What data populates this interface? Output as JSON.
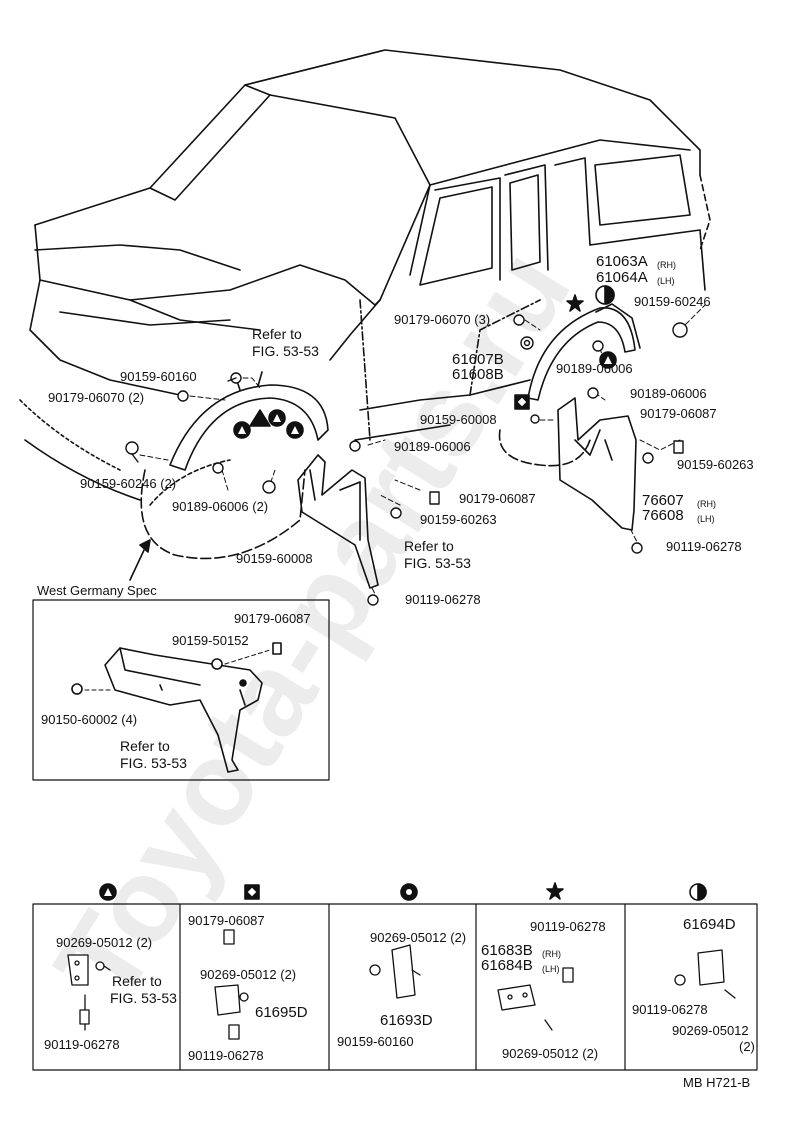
{
  "main_labels": {
    "l_61063A": "61063A",
    "l_61063A_s": "(RH)",
    "l_61064A": "61064A",
    "l_61064A_s": "(LH)",
    "l_90159_60246_r": "90159-60246",
    "l_90179_06070_3": "90179-06070 (3)",
    "l_61607B": "61607B",
    "l_61608B": "61608B",
    "l_90189_06006_a": "90189-06006",
    "l_90189_06006_b": "90189-06006",
    "l_90159_60008_r": "90159-60008",
    "l_90179_06087_r": "90179-06087",
    "l_90189_06006_c": "90189-06006",
    "l_90159_60263_r": "90159-60263",
    "l_76607": "76607",
    "l_76607_s": "(RH)",
    "l_76608": "76608",
    "l_76608_s": "(LH)",
    "l_90119_06278_r": "90119-06278",
    "l_90159_60160": "90159-60160",
    "l_90179_06070_2": "90179-06070 (2)",
    "l_90159_60246_2": "90159-60246 (2)",
    "l_90189_06006_2": "90189-06006 (2)",
    "l_90159_60008": "90159-60008",
    "l_90179_06087_m": "90179-06087",
    "l_90159_60263_m": "90159-60263",
    "l_90119_06278_m": "90119-06278"
  },
  "notes": {
    "refer_top_1": "Refer to",
    "refer_top_2": "FIG. 53-53",
    "refer_mid_1": "Refer to",
    "refer_mid_2": "FIG. 53-53",
    "west_germany": "West Germany Spec"
  },
  "inset": {
    "l_90179_06087": "90179-06087",
    "l_90159_50152": "90159-50152",
    "l_90150_60002": "90150-60002 (4)",
    "refer_1": "Refer to",
    "refer_2": "FIG. 53-53"
  },
  "detail_panels": {
    "triangle": {
      "l_90269": "90269-05012 (2)",
      "refer_1": "Refer to",
      "refer_2": "FIG. 53-53",
      "l_90119": "90119-06278"
    },
    "square": {
      "l_90179": "90179-06087",
      "l_90269": "90269-05012 (2)",
      "l_61695D": "61695D",
      "l_90119": "90119-06278"
    },
    "circle": {
      "l_90269": "90269-05012 (2)",
      "l_90159": "90159-60160",
      "l_61693D": "61693D"
    },
    "star": {
      "l_90119": "90119-06278",
      "l_61683B": "61683B",
      "l_61683B_s": "(RH)",
      "l_61684B": "61684B",
      "l_61684B_s": "(LH)",
      "l_90269": "90269-05012 (2)"
    },
    "half": {
      "l_61694D": "61694D",
      "l_90119": "90119-06278",
      "l_90269": "90269-05012",
      "l_90269_q": "(2)"
    }
  },
  "footer": {
    "code": "MB  H721-B"
  },
  "watermark": {
    "text": "Toyota-parts.ru"
  },
  "colors": {
    "ink": "#111111",
    "watermark": "#e9e9e9"
  }
}
